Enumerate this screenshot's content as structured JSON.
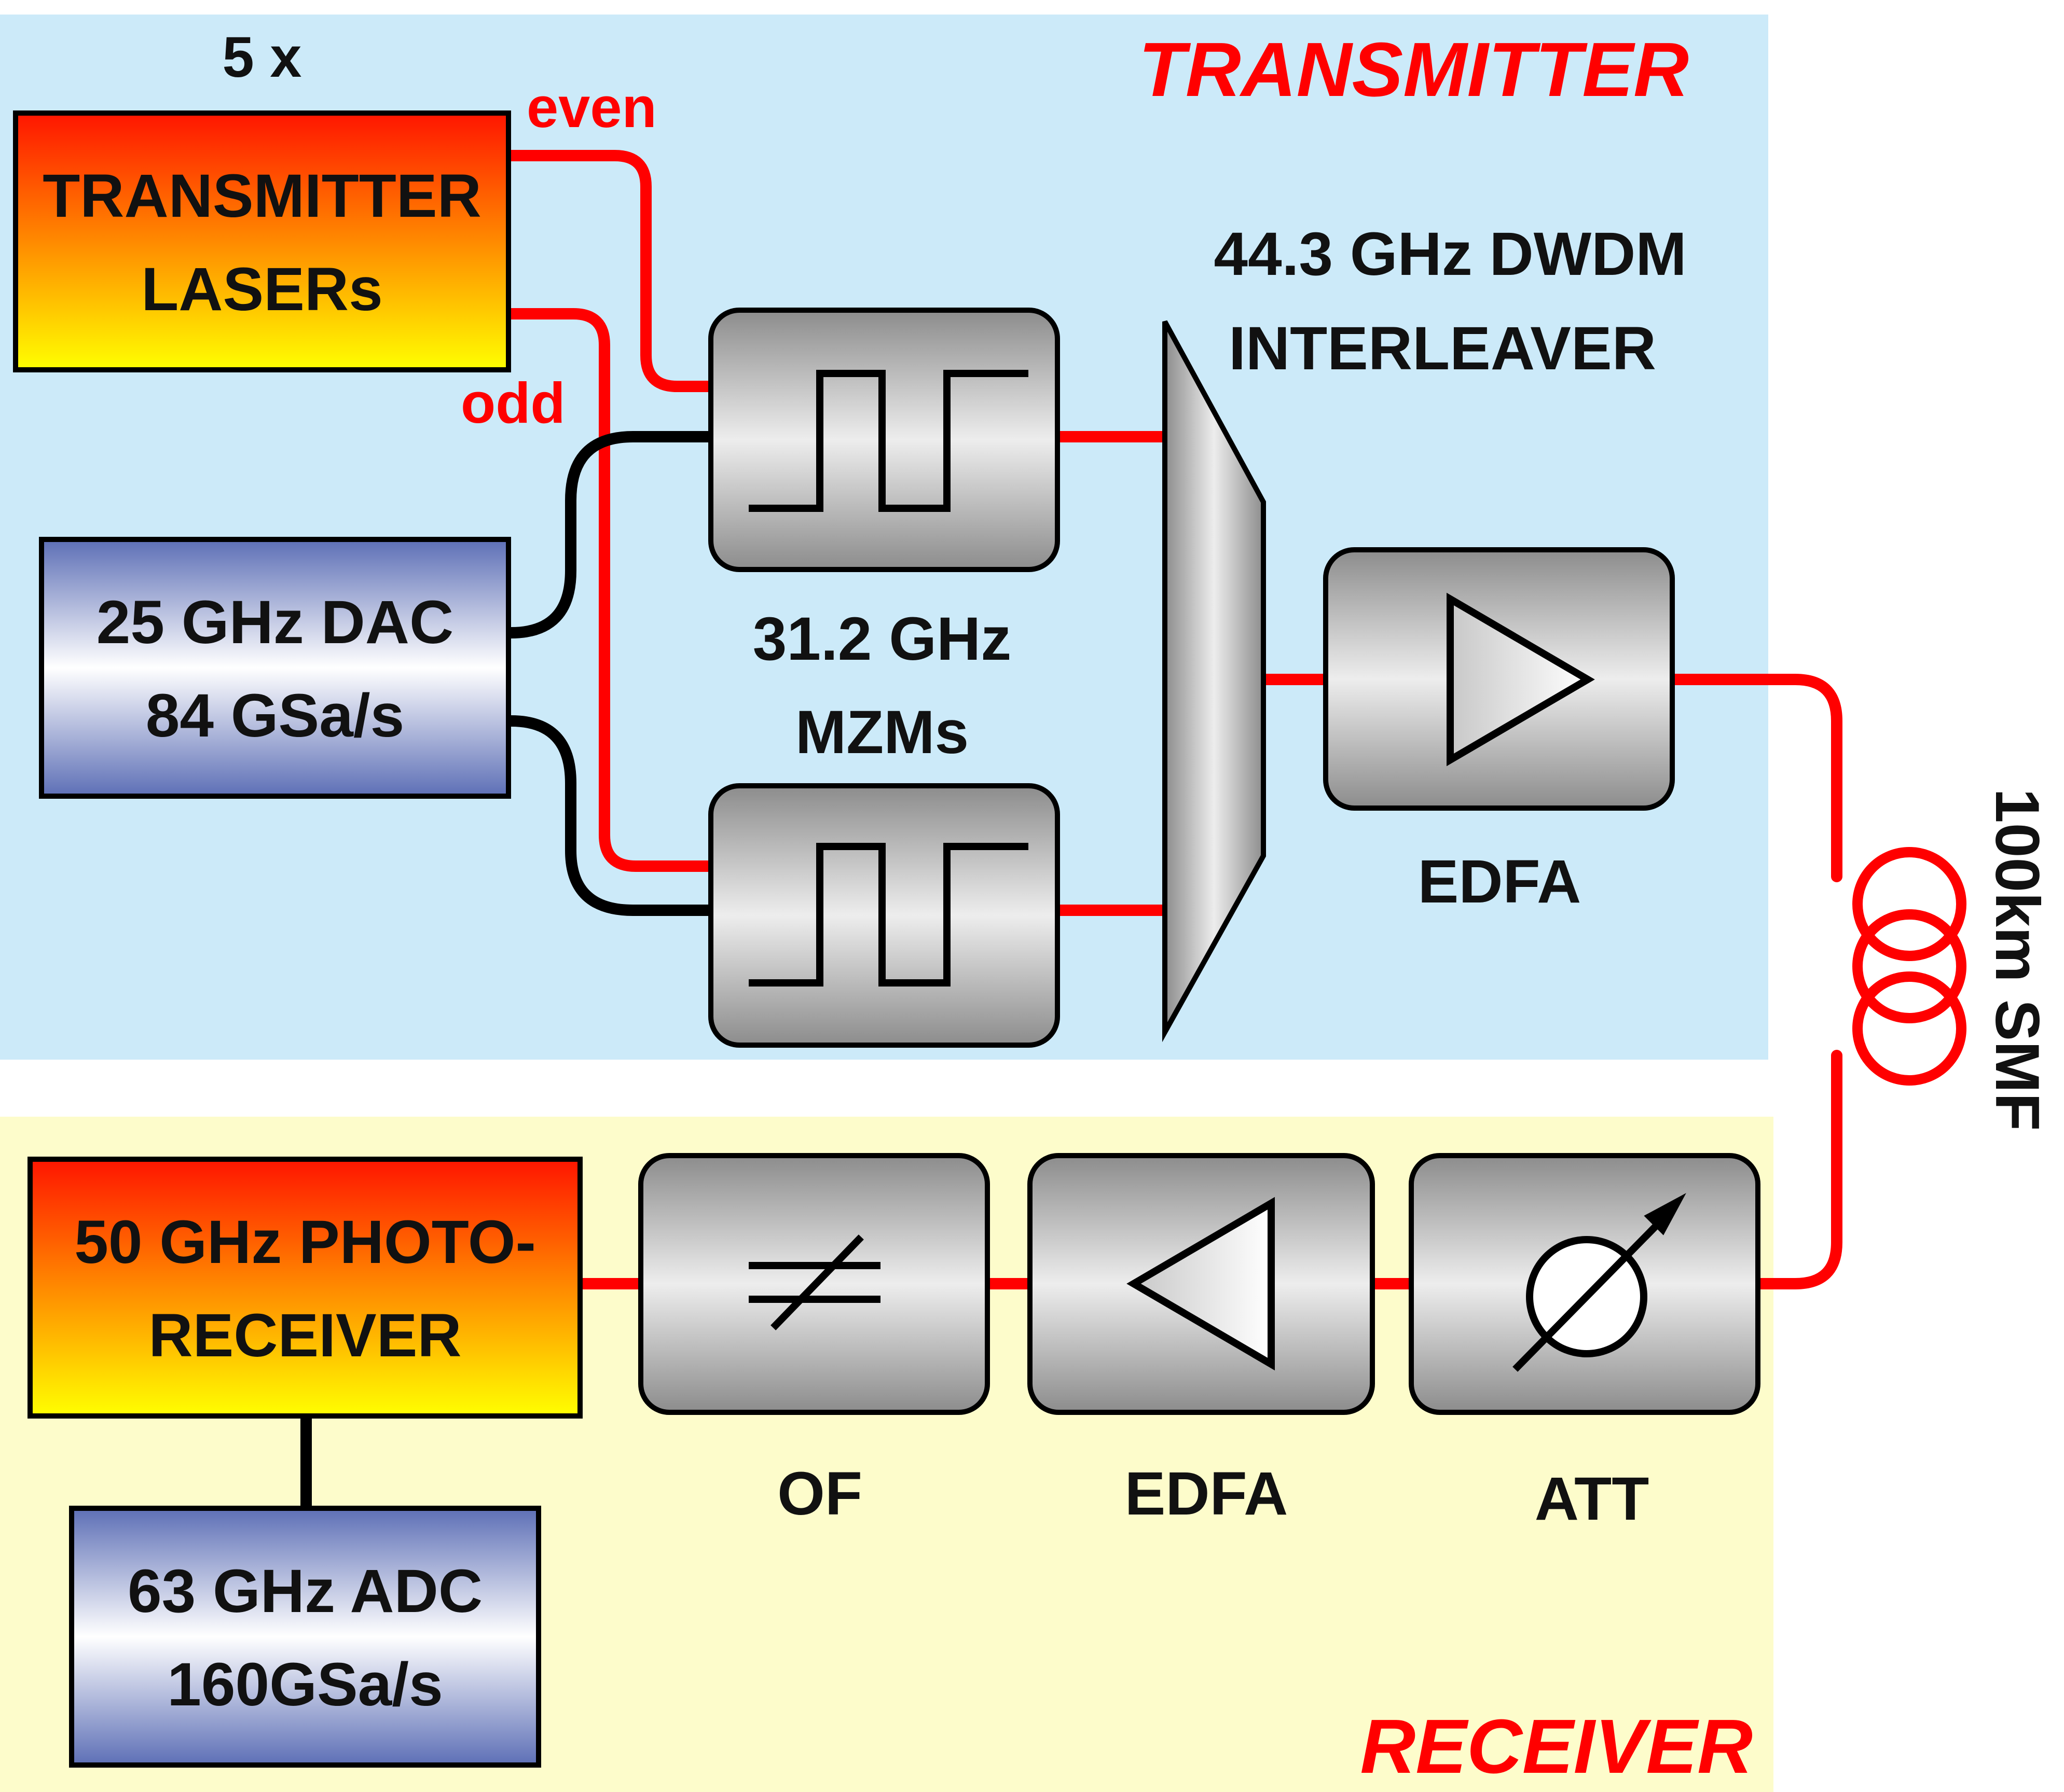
{
  "sections": {
    "transmitter": {
      "title": "TRANSMITTER",
      "bg": "#cceaf9"
    },
    "receiver": {
      "title": "RECEIVER",
      "bg": "#fdfccb"
    }
  },
  "colors": {
    "fiber": "#ff0000",
    "electrical": "#000000",
    "section_title": "#ff0000"
  },
  "transmitter": {
    "laser_count": "5 x",
    "laser": {
      "line1": "TRANSMITTER",
      "line2": "LASERs"
    },
    "port_even": "even",
    "port_odd": "odd",
    "dac": {
      "line1": "25 GHz DAC",
      "line2": "84 GSa/s"
    },
    "mzm_label": {
      "line1": "31.2 GHz",
      "line2": "MZMs"
    },
    "interleaver_label": {
      "line1": "44.3 GHz DWDM",
      "line2": "INTERLEAVER"
    },
    "edfa_label": "EDFA"
  },
  "link": {
    "fiber_label": "100km SMF"
  },
  "receiver": {
    "photoreceiver": {
      "line1": "50 GHz PHOTO-",
      "line2": "RECEIVER"
    },
    "adc": {
      "line1": "63 GHz ADC",
      "line2": "160GSa/s"
    },
    "of_label": "OF",
    "edfa_label": "EDFA",
    "att_label": "ATT"
  },
  "icons": {
    "mzm": "square-pulse-icon",
    "interleaver": "trapezoid-icon",
    "edfa_tx": "amplifier-triangle-right-icon",
    "edfa_rx": "amplifier-triangle-left-icon",
    "of": "not-equal-icon",
    "att": "variable-attenuator-icon",
    "fiber_spool": "fiber-coil-icon"
  }
}
